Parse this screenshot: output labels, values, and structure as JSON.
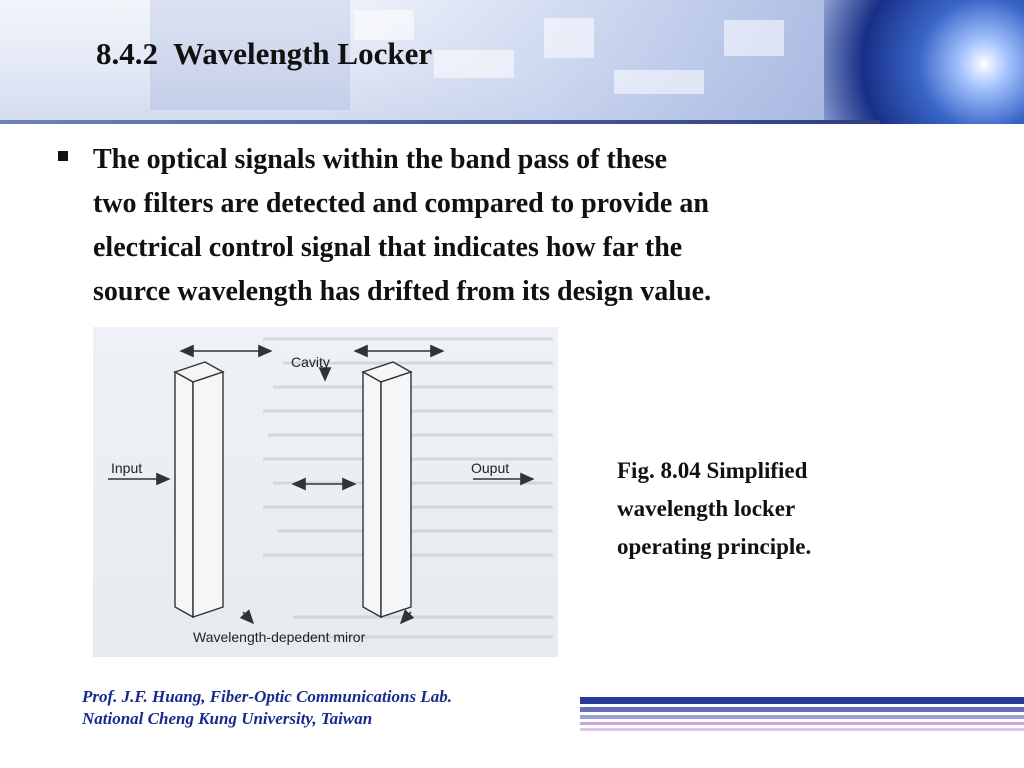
{
  "slide": {
    "title": "8.4.2  Wavelength Locker",
    "bullet": {
      "lines": [
        "The optical signals within the band pass of these",
        "two filters are detected and compared to provide an",
        "electrical control signal that indicates how far the",
        "source wavelength has drifted from its design value."
      ]
    },
    "figure": {
      "labels": {
        "cavity": "Cavity",
        "input": "Input",
        "output": "Ouput",
        "mirror": "Wavelength-depedent miror"
      }
    },
    "caption": {
      "lines": [
        "Fig. 8.04 Simplified",
        "wavelength locker",
        "operating principle."
      ]
    },
    "footer": {
      "line1": "Prof. J.F. Huang, Fiber-Optic Communications Lab.",
      "line2": "National Cheng Kung University, Taiwan"
    }
  },
  "colors": {
    "footer_text": "#1a2a8c",
    "header_rule": "#44599a"
  }
}
